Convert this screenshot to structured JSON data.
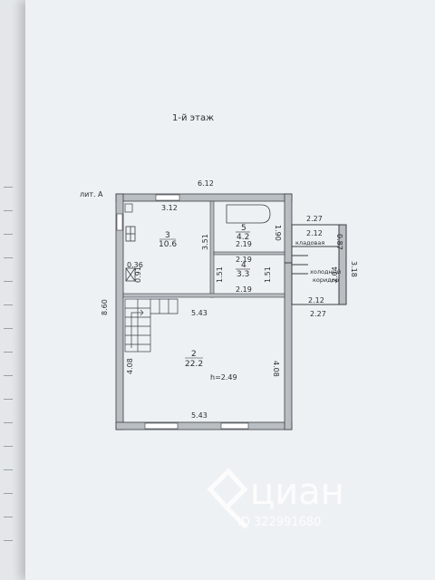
{
  "page": {
    "floor_title": "1-й этаж",
    "lit_label": "лит. А"
  },
  "dims": {
    "top_outer": "6.12",
    "room3_top": "3.12",
    "left_outer": "8.60",
    "room3_height": "3.51",
    "mid_width": "5.43",
    "bottom_width": "5.43",
    "left_lower": "4.08",
    "right_lower": "4.08",
    "small_036": "0.36",
    "small_091": "0.91",
    "bath_width_a": "2.19",
    "bath_height": "1.90",
    "bath_width_b": "2.19",
    "wc_width": "2.19",
    "wc_height_a": "1.51",
    "wc_height_b": "1.51",
    "ext_top": "2.27",
    "storage_width": "2.12",
    "storage_height": "0.87",
    "corridor_height": "3.18",
    "corridor_inner": "2.04",
    "corridor_width": "2.12",
    "ext_bottom": "2.27",
    "ceiling_height": "h=2.49"
  },
  "rooms": {
    "r3": {
      "num": "3",
      "area": "10.6"
    },
    "r5": {
      "num": "5",
      "area": "4.2"
    },
    "r4": {
      "num": "4",
      "area": "3.3"
    },
    "r2": {
      "num": "2",
      "area": "22.2"
    },
    "storage": {
      "label": "кладовая"
    },
    "corridor": {
      "label_1": "холодный",
      "label_2": "коридор"
    }
  },
  "watermark": {
    "brand": "циан",
    "id": "ID 322991680"
  },
  "colors": {
    "wall": "#b9bec3",
    "line": "#3a3f45",
    "paper": "#eef1f3"
  }
}
